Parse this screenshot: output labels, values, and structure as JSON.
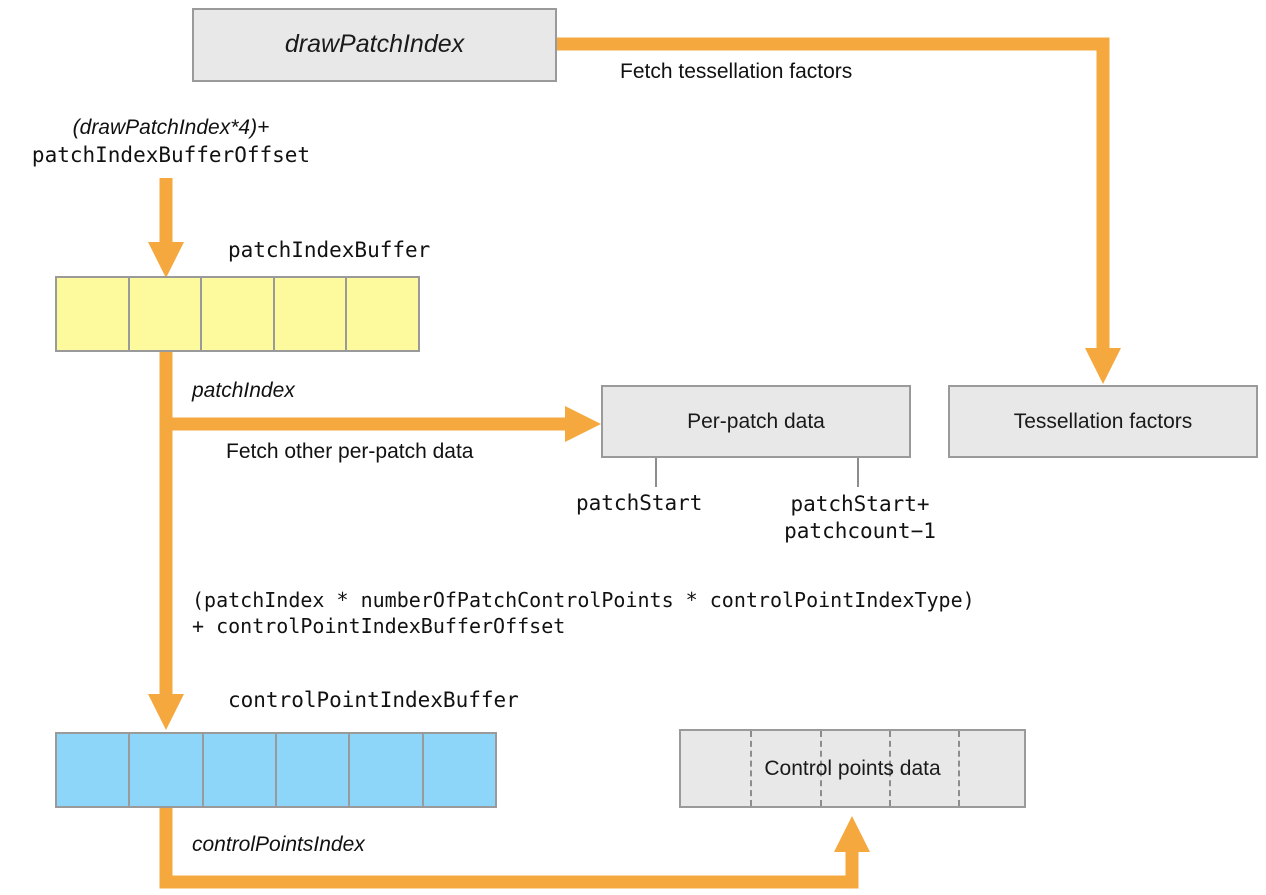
{
  "diagram": {
    "title": "Metal tessellation patch index and control point index buffer flow",
    "colors": {
      "arrow": "#F5A83E",
      "box_fill": "#E8E8E8",
      "box_stroke": "#9A9A9A",
      "patch_index_buffer_fill": "#FDFA9E",
      "control_point_index_buffer_fill": "#8DD6F9",
      "text": "#111111",
      "background": "#FFFFFF"
    },
    "boxes": {
      "draw_patch_index": {
        "label": "drawPatchIndex",
        "style": "italic"
      },
      "per_patch_data": {
        "label": "Per-patch data"
      },
      "tessellation_factors": {
        "label": "Tessellation factors"
      },
      "control_points_data": {
        "label": "Control points data",
        "segments": 5
      }
    },
    "buffers": {
      "patch_index_buffer": {
        "name": "patchIndexBuffer",
        "cells": 5,
        "fill": "#FDFA9E"
      },
      "control_point_index_buffer": {
        "name": "controlPointIndexBuffer",
        "cells": 6,
        "fill": "#8DD6F9"
      }
    },
    "expressions": {
      "patch_index_offset": {
        "line1": "(drawPatchIndex*4)+",
        "line2": "patchIndexBufferOffset"
      },
      "control_point_offset": {
        "line1": "(patchIndex * numberOfPatchControlPoints * controlPointIndexType)",
        "line2": "+ controlPointIndexBufferOffset"
      }
    },
    "edge_labels": {
      "fetch_tessellation_factors": "Fetch tessellation factors",
      "patch_index": "patchIndex",
      "fetch_other_per_patch_data": "Fetch other per-patch data",
      "control_points_index": "controlPointsIndex"
    },
    "range_markers": {
      "patch_start": "patchStart",
      "patch_end_line1": "patchStart+",
      "patch_end_line2": "patchcount−1"
    }
  }
}
